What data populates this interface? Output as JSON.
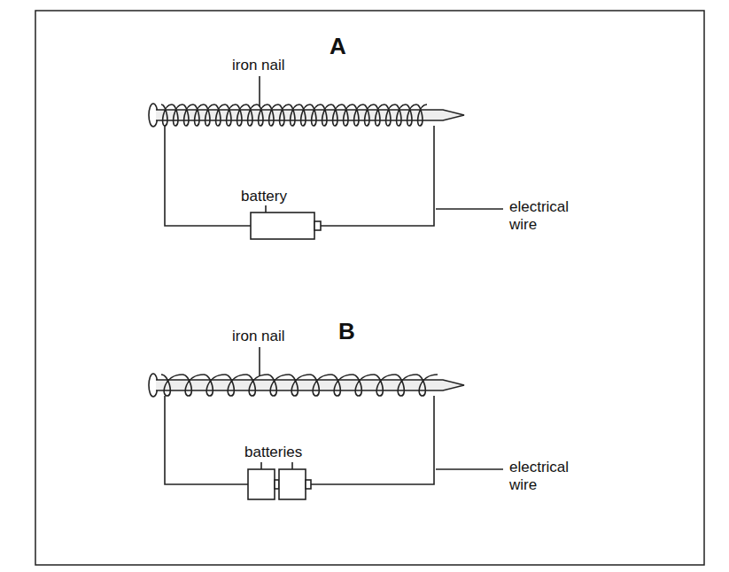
{
  "diagram": {
    "labels": [
      "iron nail",
      "A",
      "battery",
      "electrical wire",
      "iron nail",
      "B",
      "batteries",
      "electrical wire"
    ]
  }
}
